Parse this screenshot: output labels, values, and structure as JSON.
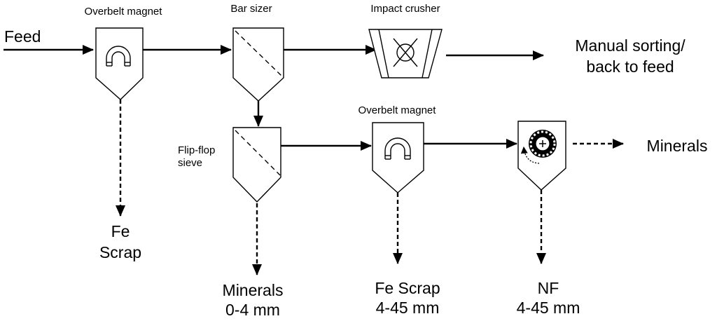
{
  "labels": {
    "feed": "Feed",
    "overbelt_magnet_1": "Overbelt magnet",
    "bar_sizer": "Bar sizer",
    "impact_crusher": "Impact crusher",
    "manual_sorting_line1": "Manual sorting/",
    "manual_sorting_line2": "back to feed",
    "fe_scrap_1_line1": "Fe",
    "fe_scrap_1_line2": "Scrap",
    "flip_flop_line1": "Flip-flop",
    "flip_flop_line2": "sieve",
    "overbelt_magnet_2": "Overbelt magnet",
    "minerals_right": "Minerals",
    "minerals_fine_line1": "Minerals",
    "minerals_fine_line2": "0-4 mm",
    "fe_scrap_2_line1": "Fe Scrap",
    "fe_scrap_2_line2": "4-45 mm",
    "nf_line1": "NF",
    "nf_line2": "4-45 mm"
  }
}
